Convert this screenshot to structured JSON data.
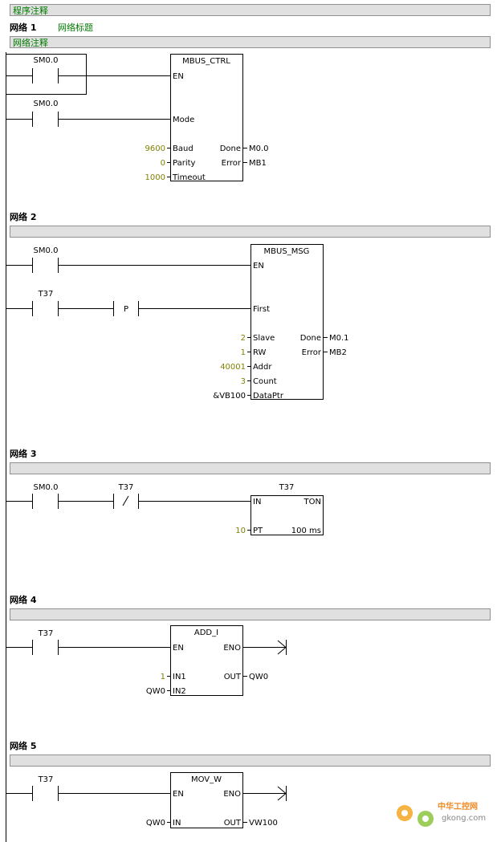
{
  "program_comment": "程序注释",
  "networks": [
    {
      "title": "网络 1",
      "subtitle": "网络标题",
      "comment": "网络注释",
      "contacts": [
        {
          "label": "SM0.0",
          "type": "NO"
        },
        {
          "label": "SM0.0",
          "type": "NO"
        }
      ],
      "box": {
        "name": "MBUS_CTRL",
        "inputs": [
          {
            "pin": "EN",
            "value": ""
          },
          {
            "pin": "Mode",
            "value": ""
          },
          {
            "pin": "Baud",
            "value": "9600"
          },
          {
            "pin": "Parity",
            "value": "0"
          },
          {
            "pin": "Timeout",
            "value": "1000"
          }
        ],
        "outputs": [
          {
            "pin": "Done",
            "value": "M0.0"
          },
          {
            "pin": "Error",
            "value": "MB1"
          }
        ]
      }
    },
    {
      "title": "网络 2",
      "subtitle": "",
      "comment": "",
      "contacts": [
        {
          "label": "SM0.0",
          "type": "NO"
        },
        {
          "label": "T37",
          "type": "NO"
        },
        {
          "label": "P",
          "type": "P"
        }
      ],
      "box": {
        "name": "MBUS_MSG",
        "inputs": [
          {
            "pin": "EN",
            "value": ""
          },
          {
            "pin": "First",
            "value": ""
          },
          {
            "pin": "Slave",
            "value": "2"
          },
          {
            "pin": "RW",
            "value": "1"
          },
          {
            "pin": "Addr",
            "value": "40001"
          },
          {
            "pin": "Count",
            "value": "3"
          },
          {
            "pin": "DataPtr",
            "value": "&VB100"
          }
        ],
        "outputs": [
          {
            "pin": "Done",
            "value": "M0.1"
          },
          {
            "pin": "Error",
            "value": "MB2"
          }
        ]
      }
    },
    {
      "title": "网络 3",
      "subtitle": "",
      "comment": "",
      "contacts": [
        {
          "label": "SM0.0",
          "type": "NO"
        },
        {
          "label": "T37",
          "type": "NC"
        }
      ],
      "box": {
        "name": "T37",
        "inputs": [
          {
            "pin": "IN",
            "value": ""
          },
          {
            "pin": "PT",
            "value": "10"
          }
        ],
        "outputs": [
          {
            "pin": "TON",
            "value": ""
          },
          {
            "pin": "100 ms",
            "value": ""
          }
        ]
      }
    },
    {
      "title": "网络 4",
      "subtitle": "",
      "comment": "",
      "contacts": [
        {
          "label": "T37",
          "type": "NO"
        }
      ],
      "box": {
        "name": "ADD_I",
        "inputs": [
          {
            "pin": "EN",
            "value": ""
          },
          {
            "pin": "IN1",
            "value": "1"
          },
          {
            "pin": "IN2",
            "value": "QW0"
          }
        ],
        "outputs": [
          {
            "pin": "ENO",
            "value": ""
          },
          {
            "pin": "OUT",
            "value": "QW0"
          }
        ]
      }
    },
    {
      "title": "网络 5",
      "subtitle": "",
      "comment": "",
      "contacts": [
        {
          "label": "T37",
          "type": "NO"
        }
      ],
      "box": {
        "name": "MOV_W",
        "inputs": [
          {
            "pin": "EN",
            "value": ""
          },
          {
            "pin": "IN",
            "value": "QW0"
          }
        ],
        "outputs": [
          {
            "pin": "ENO",
            "value": ""
          },
          {
            "pin": "OUT",
            "value": "VW100"
          }
        ]
      }
    }
  ],
  "watermark": {
    "brand": "中华工控网",
    "url": "gkong.com"
  }
}
